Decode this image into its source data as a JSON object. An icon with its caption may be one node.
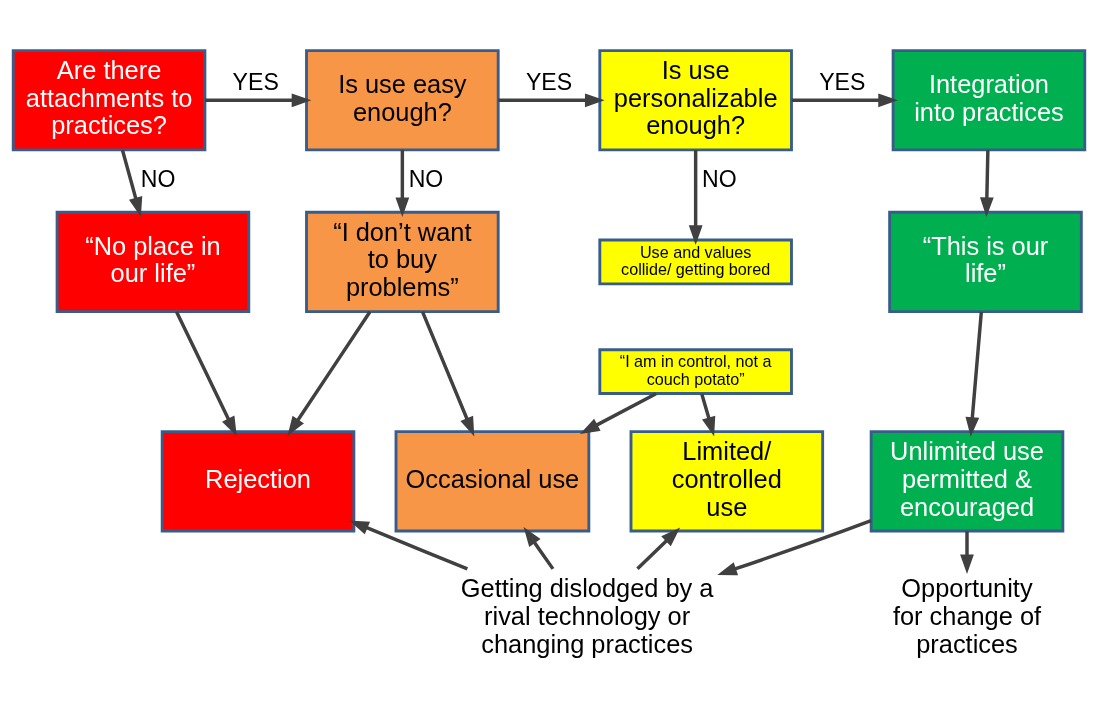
{
  "diagram": {
    "nodes": [
      {
        "text": [
          "Are there attachments to practices?"
        ]
      },
      {
        "text": [
          "Is use easy enough?"
        ]
      },
      {
        "text": [
          "Is use personalizable enough?"
        ]
      },
      {
        "text": [
          "Integration into practices"
        ]
      },
      {
        "text": [
          "“No place in our life”"
        ]
      },
      {
        "text": [
          "“I don’t want to buy problems”"
        ]
      },
      {
        "text": [
          "Use and values collide/ getting bored"
        ]
      },
      {
        "text": [
          "“I am in control, not a couch potato”"
        ]
      },
      {
        "text": [
          "“This is our life”"
        ]
      },
      {
        "text": [
          "Rejection"
        ]
      },
      {
        "text": [
          "Occasional use"
        ]
      },
      {
        "text": [
          "Limited/ controlled use"
        ]
      },
      {
        "text": [
          "Unlimited use permitted & encouraged"
        ]
      },
      {
        "text": [
          "Getting dislodged by a rival technology or changing practices"
        ]
      },
      {
        "text": [
          "Opportunity for change of practices"
        ]
      }
    ],
    "edges": [
      {
        "from": 0,
        "to": 1,
        "arrow": "to",
        "label": "YES"
      },
      {
        "from": 1,
        "to": 2,
        "arrow": "to",
        "label": "YES"
      },
      {
        "from": 2,
        "to": 3,
        "arrow": "to",
        "label": "YES"
      },
      {
        "from": 0,
        "to": 4,
        "arrow": "to",
        "label": "NO"
      },
      {
        "from": 1,
        "to": 5,
        "arrow": "to",
        "label": "NO"
      },
      {
        "from": 2,
        "to": 6,
        "arrow": "to",
        "label": "NO"
      },
      {
        "from": 3,
        "to": 8,
        "arrow": "to"
      },
      {
        "from": 4,
        "to": 9,
        "arrow": "to"
      },
      {
        "from": 5,
        "to": 9,
        "arrow": "to"
      },
      {
        "from": 5,
        "to": 10,
        "arrow": "to"
      },
      {
        "from": 7,
        "to": 10,
        "arrow": "to"
      },
      {
        "from": 7,
        "to": 11,
        "arrow": "to"
      },
      {
        "from": 8,
        "to": 12,
        "arrow": "to"
      },
      {
        "from": 13,
        "to": 9,
        "arrow": "to"
      },
      {
        "from": 13,
        "to": 10,
        "arrow": "to"
      },
      {
        "from": 13,
        "to": 11,
        "arrow": "to"
      },
      {
        "from": 12,
        "to": 13,
        "arrow": "to"
      },
      {
        "from": 12,
        "to": 14,
        "arrow": "to"
      }
    ]
  }
}
